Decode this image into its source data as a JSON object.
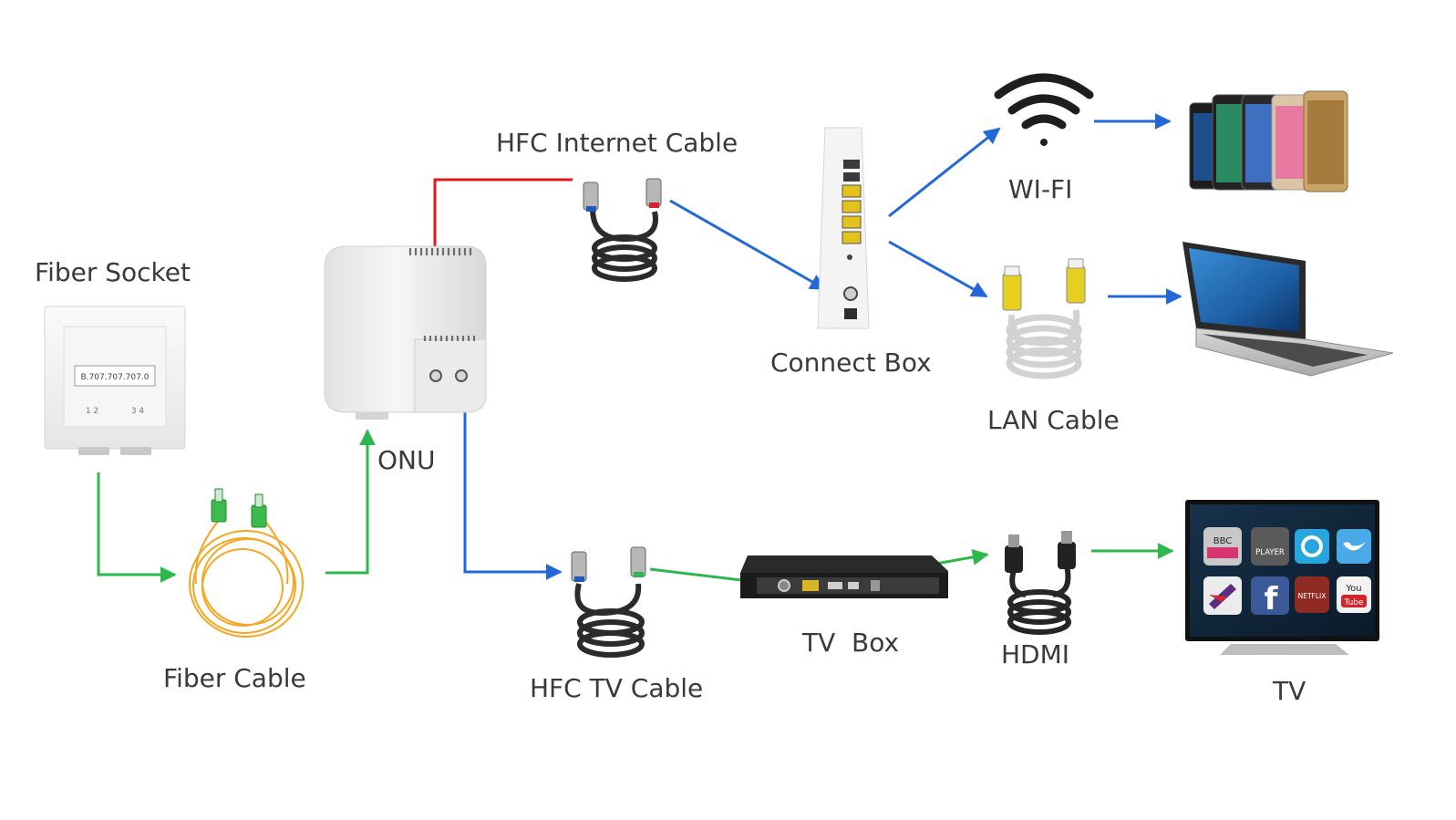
{
  "colors": {
    "fiber_link": "#2db84d",
    "internet_link": "#e8141b",
    "coax_link": "#2268d8",
    "label_text": "#3a3a3a"
  },
  "labels": {
    "fiber_socket": "Fiber Socket",
    "fiber_cable": "Fiber Cable",
    "onu": "ONU",
    "hfc_internet_cable": "HFC Internet Cable",
    "connect_box": "Connect Box",
    "wifi": "WI-FI",
    "lan_cable": "LAN Cable",
    "hfc_tv_cable": "HFC TV Cable",
    "tv_box": "TV  Box",
    "hdmi": "HDMI",
    "tv": "TV"
  },
  "socket_text": {
    "code": "B.707.707.707.0",
    "ports_left": "1 2",
    "ports_right": "3 4"
  },
  "tv_apps": [
    "BBC iPlayer",
    "PLAYER",
    "Skype",
    "Twitter",
    "Channel 4",
    "Facebook",
    "NETFLIX",
    "YouTube"
  ],
  "tv_app_text": {
    "bbc": "BBC",
    "player": "PLAYER",
    "netflix": "NETFLIX",
    "you": "You",
    "tube": "Tube",
    "facebook": "f"
  }
}
